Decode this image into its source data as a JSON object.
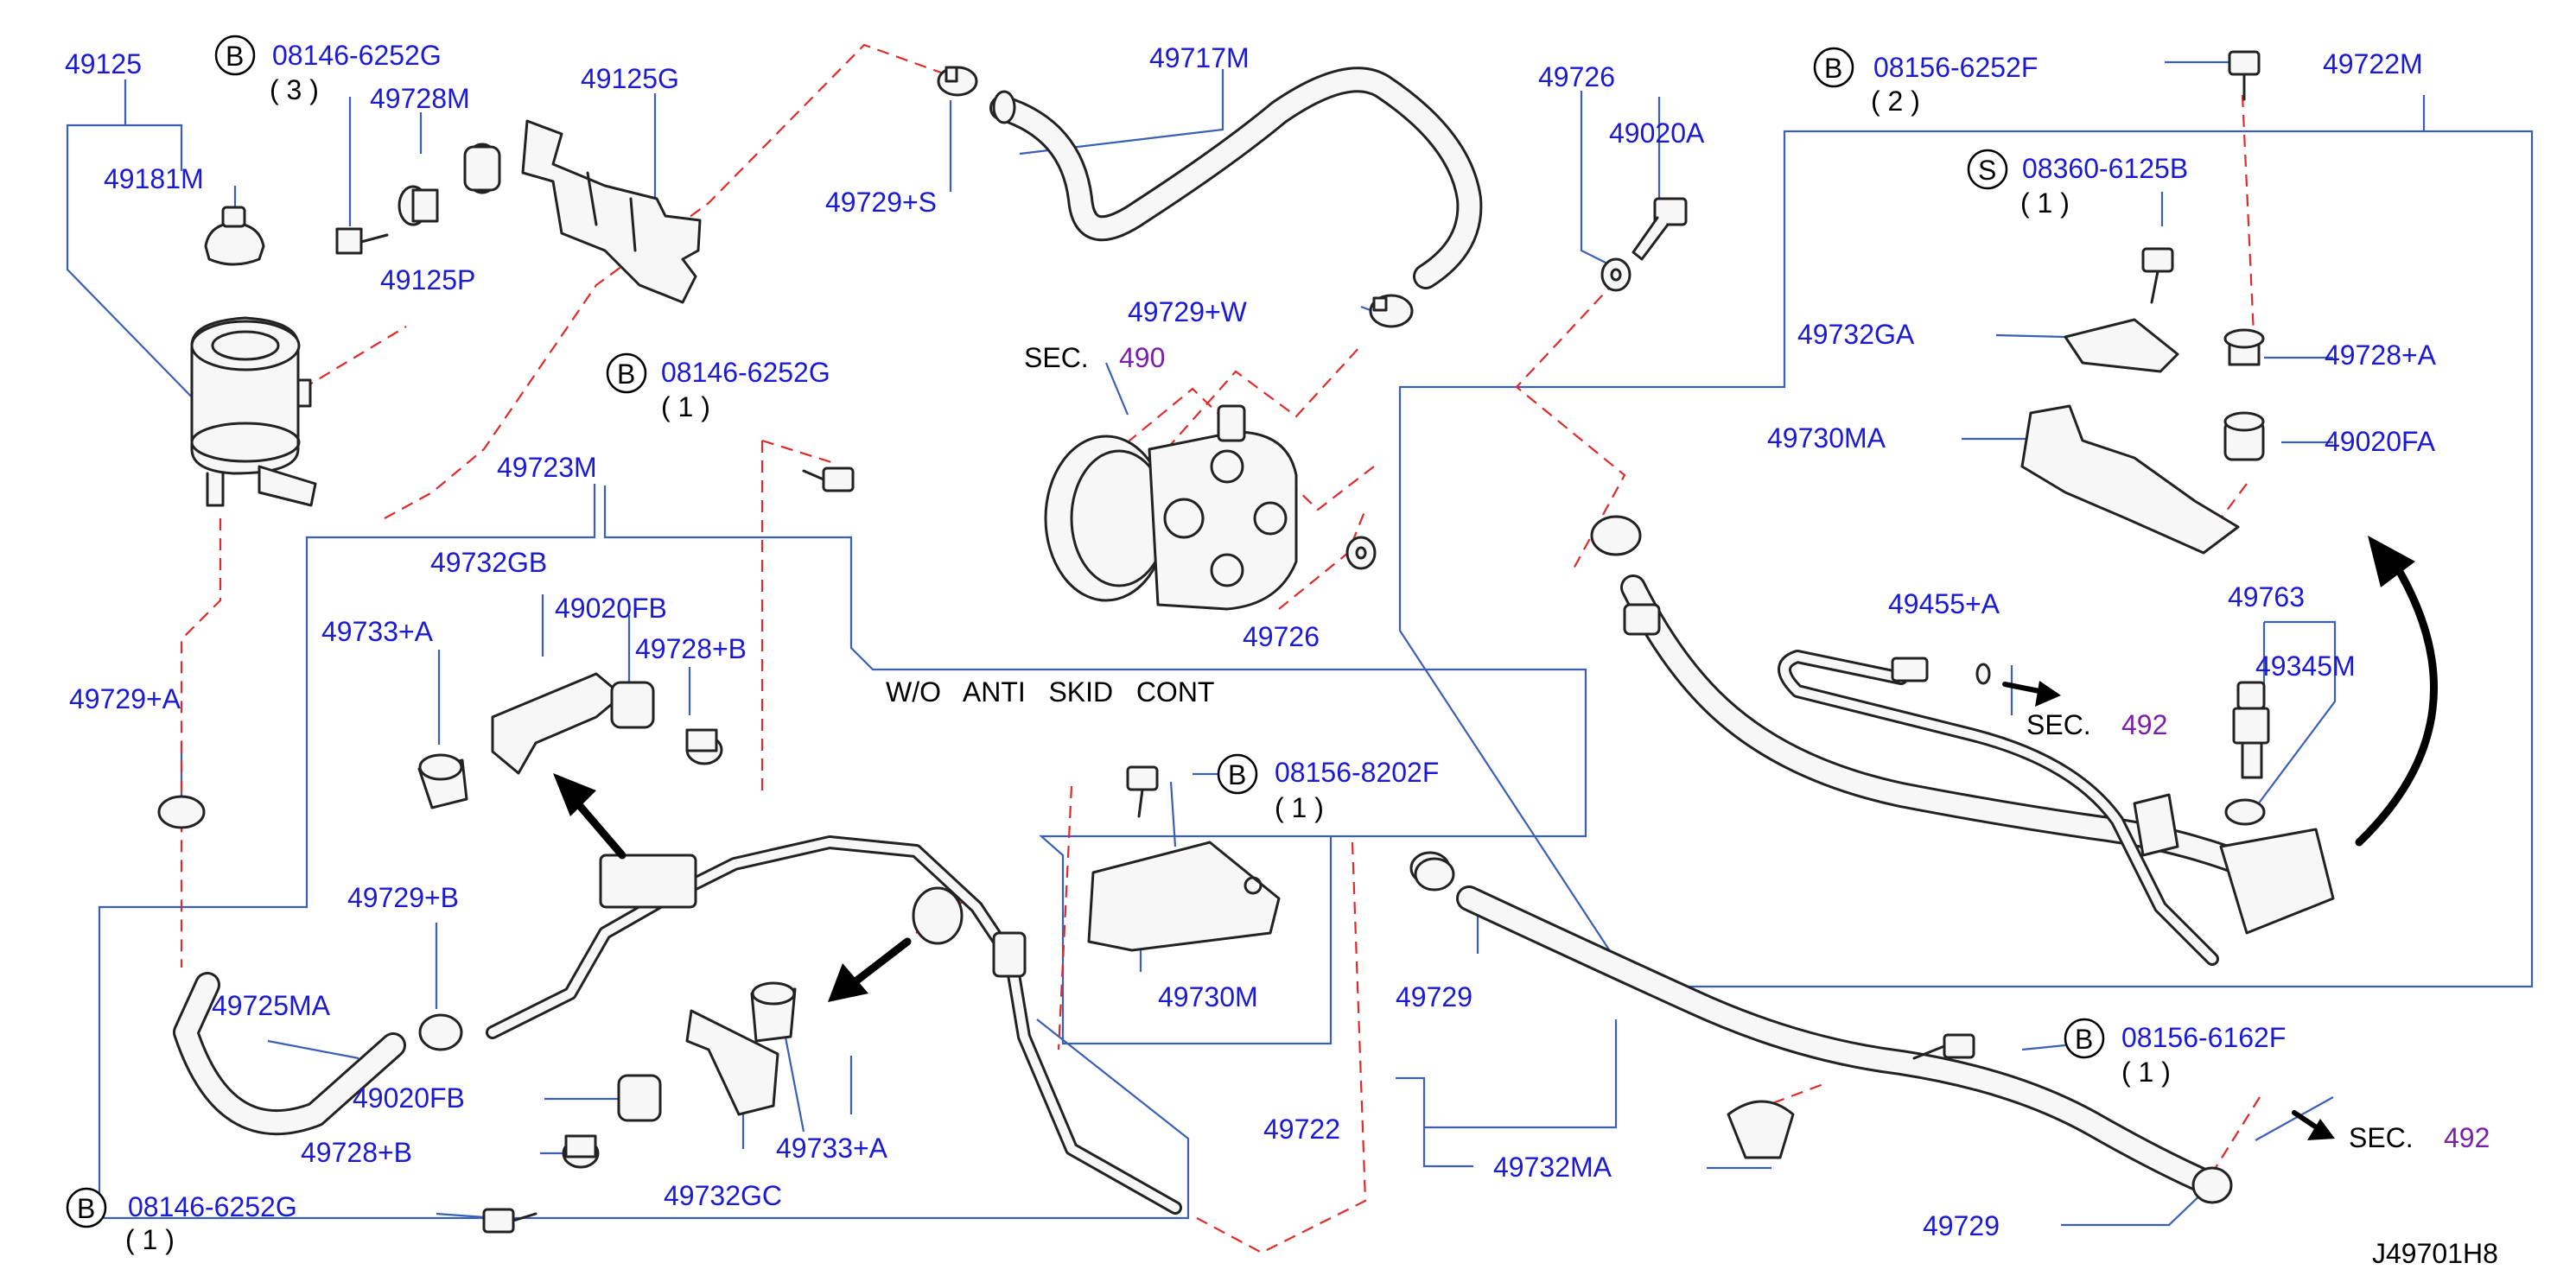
{
  "diagram": {
    "part_labels": [
      "49125",
      "49181M",
      "49728M",
      "49125P",
      "49125G",
      "49729+S",
      "49717M",
      "49726",
      "49020A",
      "49722M",
      "49732GA",
      "49728+A",
      "49730MA",
      "49020FA",
      "49729+W",
      "49726",
      "49723M",
      "49732GB",
      "49020FB",
      "49733+A",
      "49728+B",
      "49729+A",
      "49455+A",
      "49763",
      "49345M",
      "49729+B",
      "49725MA",
      "49020FB",
      "49728+B",
      "49732GC",
      "49733+A",
      "49730M",
      "49729",
      "49722",
      "49732MA",
      "49729"
    ],
    "bolt_refs": [
      {
        "letter": "B",
        "code": "08146-6252G",
        "qty": "( 3 )"
      },
      {
        "letter": "B",
        "code": "08146-6252G",
        "qty": "( 1 )"
      },
      {
        "letter": "B",
        "code": "08156-6252F",
        "qty": "( 2 )"
      },
      {
        "letter": "S",
        "code": "08360-6125B",
        "qty": "( 1 )"
      },
      {
        "letter": "B",
        "code": "08156-8202F",
        "qty": "( 1 )"
      },
      {
        "letter": "B",
        "code": "08156-6162F",
        "qty": "( 1 )"
      },
      {
        "letter": "B",
        "code": "08146-6252G",
        "qty": "( 1 )"
      }
    ],
    "section_refs": [
      {
        "prefix": "SEC.",
        "number": "490"
      },
      {
        "prefix": "SEC.",
        "number": "492"
      },
      {
        "prefix": "SEC.",
        "number": "492"
      }
    ],
    "note": "W/O   ANTI   SKID   CONT",
    "drawing_id": "J49701H8"
  }
}
